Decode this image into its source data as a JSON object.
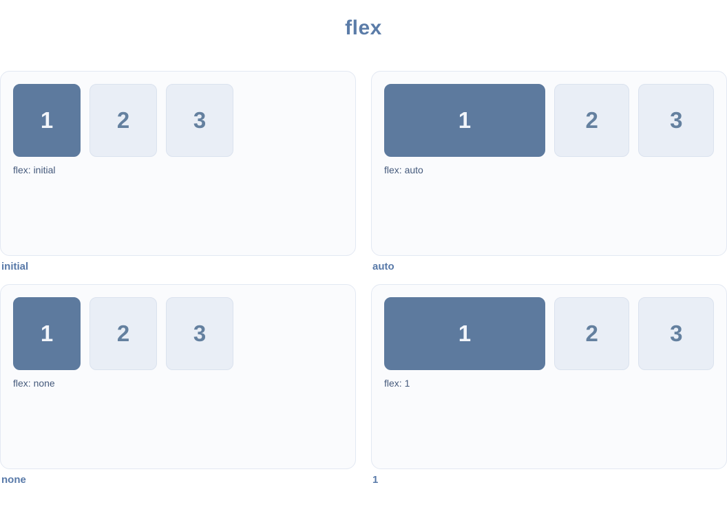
{
  "title": "flex",
  "colors": {
    "title": "#5b7ca8",
    "page_bg": "#ffffff",
    "panel_bg": "#fafbfd",
    "panel_border": "#e2e8f2",
    "item_highlight_bg": "#5d7a9e",
    "item_highlight_text": "#f2f5fa",
    "item_bg": "#e9eef6",
    "item_border": "#dae2ee",
    "item_text": "#64809f",
    "flex_label": "#44597b",
    "caption": "#5879a8"
  },
  "panels": [
    {
      "caption": "initial",
      "flex_label": "flex: initial",
      "flex_value": "initial",
      "items": [
        "1",
        "2",
        "3"
      ]
    },
    {
      "caption": "auto",
      "flex_label": "flex: auto",
      "flex_value": "auto",
      "items": [
        "1",
        "2",
        "3"
      ]
    },
    {
      "caption": "none",
      "flex_label": "flex: none",
      "flex_value": "none",
      "items": [
        "1",
        "2",
        "3"
      ]
    },
    {
      "caption": "1",
      "flex_label": "flex: 1",
      "flex_value": "1",
      "items": [
        "1",
        "2",
        "3"
      ]
    }
  ]
}
